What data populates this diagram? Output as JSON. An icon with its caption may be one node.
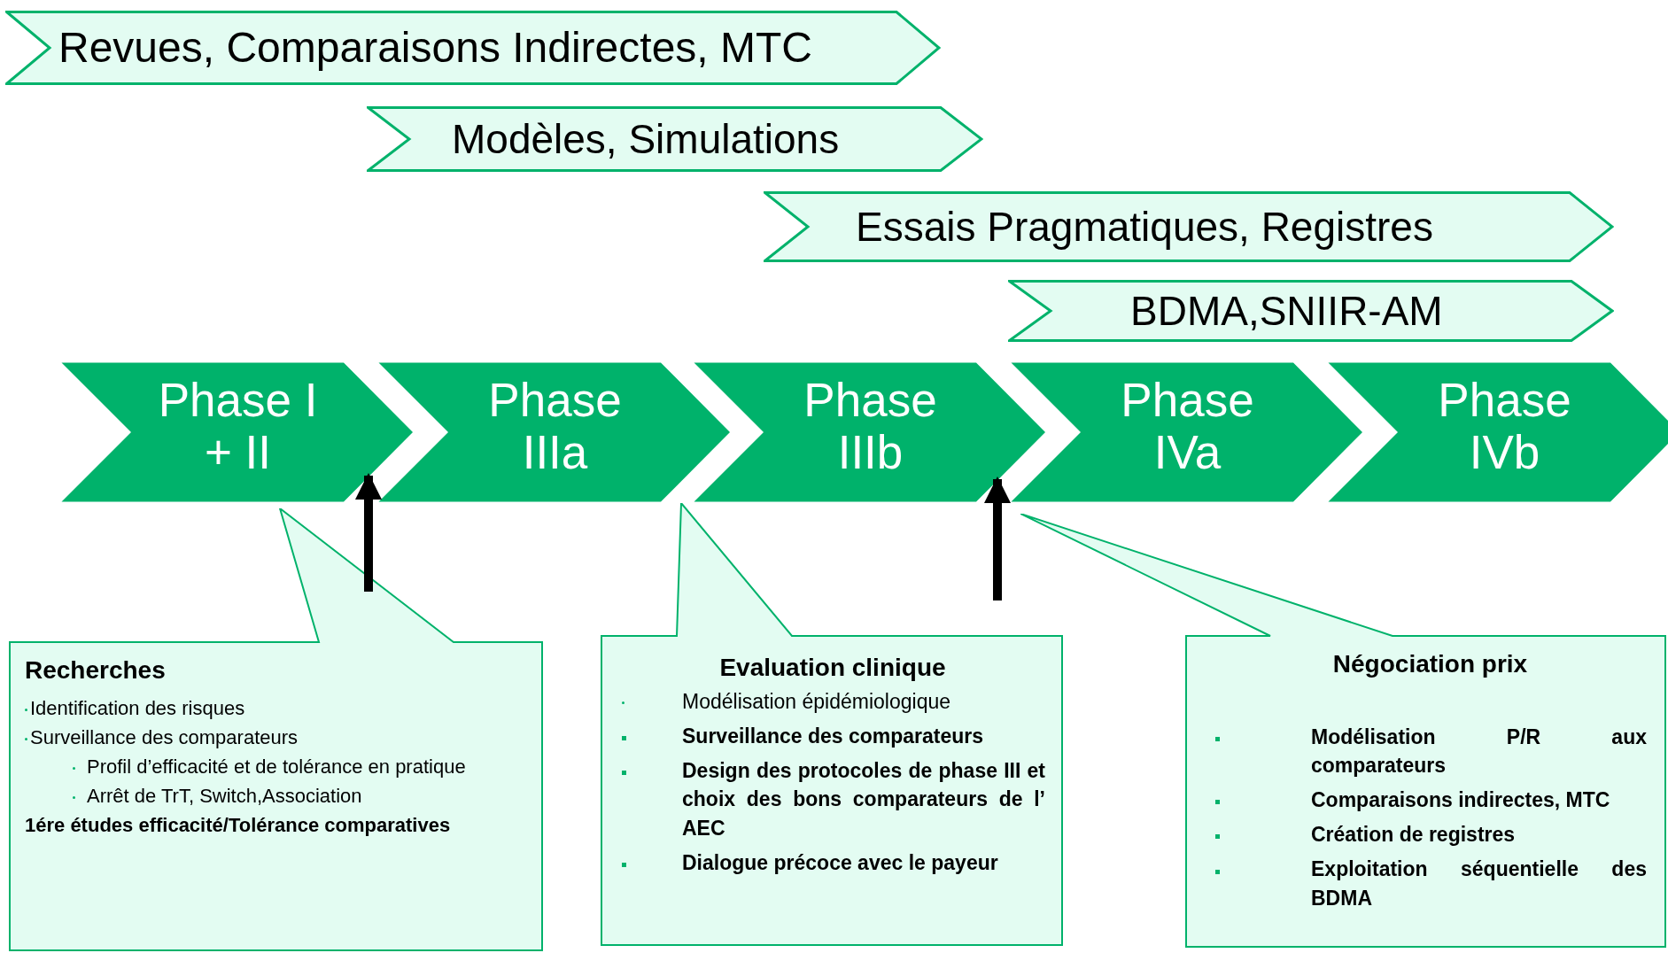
{
  "diagram": {
    "nodes": [
      {
        "text": [
          "Revues, Comparaisons Indirectes, MTC"
        ]
      },
      {
        "text": [
          "Modèles, Simulations"
        ]
      },
      {
        "text": [
          "Essais Pragmatiques, Registres"
        ]
      },
      {
        "text": [
          "BDMA,SNIIR-AM"
        ]
      },
      {
        "text": [
          "Phase I + II"
        ]
      },
      {
        "text": [
          "Phase IIIa"
        ]
      },
      {
        "text": [
          "Phase IIIb"
        ]
      },
      {
        "text": [
          "Phase IVa"
        ]
      },
      {
        "text": [
          "Phase IVb"
        ]
      },
      {
        "text": [
          "Recherches",
          "Identification des risques",
          "Surveillance des comparateurs",
          "Profil d’efficacité et de tolérance en pratique",
          "Arrêt de TrT, Switch,Association",
          "1ére études efficacité/Tolérance comparatives"
        ]
      },
      {
        "text": [
          "Evaluation clinique",
          "Modélisation épidémiologique",
          "Surveillance des comparateurs",
          "Design des protocoles de phase III et choix des bons comparateurs de l’ AEC",
          "Dialogue précoce avec le payeur"
        ]
      },
      {
        "text": [
          "Négociation prix",
          "Modélisation P/R aux comparateurs",
          "Comparaisons indirectes, MTC",
          "Création de registres",
          "Exploitation séquentielle des BDMA"
        ]
      }
    ],
    "edges": [
      {
        "from": 9,
        "to": 4,
        "arrow": "to"
      },
      {
        "from": null,
        "to": 6,
        "arrow": "to"
      }
    ]
  }
}
